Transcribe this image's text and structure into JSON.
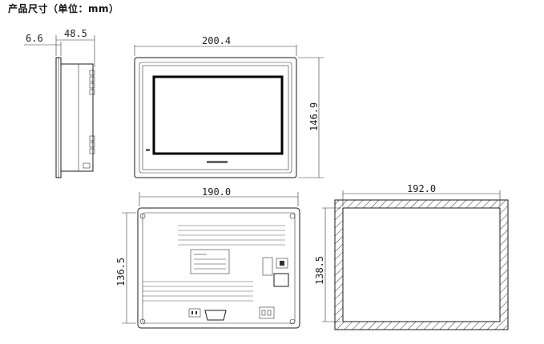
{
  "header": {
    "title": "产品尺寸（单位：mm）"
  },
  "dimensions": {
    "side_depth": "48.5",
    "side_offset": "6.6",
    "front_width": "200.4",
    "front_height": "146.9",
    "rear_width": "190.0",
    "rear_height": "136.5",
    "cutout_width": "192.0",
    "cutout_height": "138.5"
  },
  "colors": {
    "line": "#1a1a1a",
    "screen_border": "#000000",
    "background": "#ffffff"
  }
}
